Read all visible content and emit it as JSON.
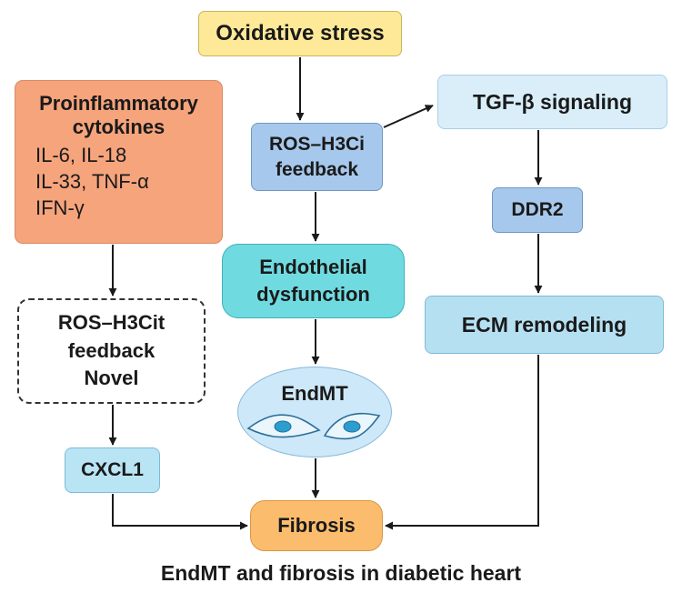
{
  "nodes": {
    "oxidative_stress": "Oxidative stress",
    "proinflammatory": {
      "title_lines": [
        "Proinflammatory",
        "cytokines"
      ],
      "items": [
        "IL-6, IL-18",
        "IL-33, TNF-α",
        "IFN-γ"
      ]
    },
    "ros_h3ci": {
      "lines": [
        "ROS–H3Ci",
        "feedback"
      ]
    },
    "tgf_beta": "TGF-β signaling",
    "ddr2": "DDR2",
    "endothelial": {
      "lines": [
        "Endothelial",
        "dysfunction"
      ]
    },
    "ecm": "ECM remodeling",
    "ros_h3cit": {
      "lines": [
        "ROS–H3Cit",
        "feedback",
        "Novel"
      ]
    },
    "endmt": "EndMT",
    "cxcl1": "CXCL1",
    "fibrosis": "Fibrosis"
  },
  "caption": "EndMT and fibrosis in diabetic heart",
  "colors": {
    "oxidative_fill": "#fde998",
    "proinflammatory_fill": "#f6a47c",
    "ros_fill": "#a6c8ec",
    "tgf_fill": "#d9eef9",
    "endothelial_fill": "#6fdbe0",
    "ecm_fill": "#b5e0f2",
    "endmt_fill": "#cde8f8",
    "fibrosis_fill": "#fbbc6e",
    "cell_fill": "#2c9dcf",
    "arrow": "#1a1a1a"
  }
}
